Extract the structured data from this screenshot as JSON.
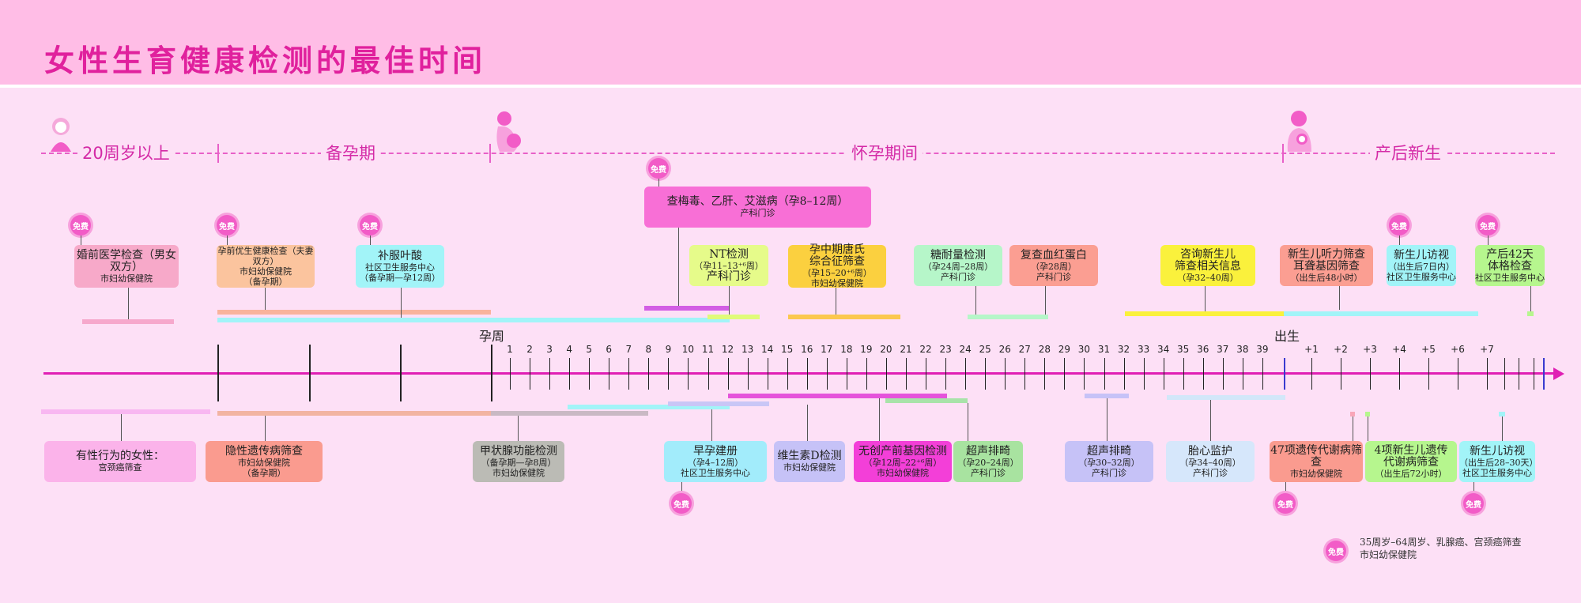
{
  "title": "女性生育健康检测的最佳时间",
  "phases": [
    {
      "label": "20周岁以上"
    },
    {
      "label": "备孕期"
    },
    {
      "label": "怀孕期间"
    },
    {
      "label": "产后新生"
    }
  ],
  "axis": {
    "pregnancy_week_label": "孕周",
    "birth_label": "出生",
    "weeks": [
      "1",
      "2",
      "3",
      "4",
      "5",
      "6",
      "7",
      "8",
      "9",
      "10",
      "11",
      "12",
      "13",
      "14",
      "15",
      "16",
      "17",
      "18",
      "19",
      "20",
      "21",
      "22",
      "23",
      "24",
      "25",
      "26",
      "27",
      "28",
      "29",
      "30",
      "31",
      "32",
      "33",
      "34",
      "35",
      "36",
      "37",
      "38",
      "39"
    ],
    "postnatal": [
      "+1",
      "+2",
      "+3",
      "+4",
      "+5",
      "+6",
      "+7"
    ]
  },
  "free_label": "免费",
  "top_items": [
    {
      "lines": [
        "婚前医学检查（男女双方）",
        "市妇幼保健院"
      ]
    },
    {
      "lines": [
        "孕前优生健康检查（夫妻双方）",
        "市妇幼保健院",
        "（备孕期）"
      ]
    },
    {
      "lines": [
        "补服叶酸",
        "社区卫生服务中心",
        "（备孕期—孕12周）"
      ]
    },
    {
      "lines": [
        "查梅毒、乙肝、艾滋病（孕8–12周）",
        "产科门诊"
      ]
    },
    {
      "lines": [
        "NT检测",
        "（孕11–13⁺⁶周）",
        "产科门诊"
      ]
    },
    {
      "lines": [
        "孕中期唐氏",
        "综合征筛查",
        "（孕15–20⁺⁶周）",
        "市妇幼保健院"
      ]
    },
    {
      "lines": [
        "糖耐量检测",
        "（孕24周–28周）",
        "产科门诊"
      ]
    },
    {
      "lines": [
        "复查血红蛋白",
        "（孕28周）",
        "产科门诊"
      ]
    },
    {
      "lines": [
        "咨询新生儿",
        "筛查相关信息",
        "（孕32–40周）"
      ]
    },
    {
      "lines": [
        "新生儿听力筛查",
        "耳聋基因筛查",
        "（出生后48小时）"
      ]
    },
    {
      "lines": [
        "新生儿访视",
        "（出生后7日内）",
        "社区卫生服务中心"
      ]
    },
    {
      "lines": [
        "产后42天",
        "体格检查",
        "社区卫生服务中心"
      ]
    }
  ],
  "bottom_items": [
    {
      "lines": [
        "有性行为的女性：",
        "宫颈癌筛查"
      ]
    },
    {
      "lines": [
        "隐性遗传病筛查",
        "市妇幼保健院",
        "（备孕期）"
      ]
    },
    {
      "lines": [
        "甲状腺功能检测",
        "（备孕期—孕8周）",
        "市妇幼保健院"
      ]
    },
    {
      "lines": [
        "早孕建册",
        "（孕4–12周）",
        "社区卫生服务中心"
      ]
    },
    {
      "lines": [
        "维生素D检测",
        "市妇幼保健院"
      ]
    },
    {
      "lines": [
        "无创产前基因检测",
        "（孕12周–22⁺⁶周）",
        "市妇幼保健院"
      ]
    },
    {
      "lines": [
        "超声排畸",
        "（孕20–24周）",
        "产科门诊"
      ]
    },
    {
      "lines": [
        "超声排畸",
        "（孕30–32周）",
        "产科门诊"
      ]
    },
    {
      "lines": [
        "胎心监护",
        "（孕34–40周）",
        "产科门诊"
      ]
    },
    {
      "lines": [
        "47项遗传代谢病筛查",
        "市妇幼保健院"
      ]
    },
    {
      "lines": [
        "4项新生儿遗传",
        "代谢病筛查",
        "（出生后72小时）"
      ]
    },
    {
      "lines": [
        "新生儿访视",
        "（出生后28–30天）",
        "社区卫生服务中心"
      ]
    }
  ],
  "note": {
    "lines": [
      "35周岁–64周岁、乳腺癌、宫颈癌筛查",
      "市妇幼保健院"
    ]
  },
  "colors": {
    "axis": "#e01fb4",
    "title": "#e0219d",
    "badge": "#f25cc7"
  },
  "icons": [
    "woman-icon",
    "pregnant-woman-icon",
    "mother-baby-icon"
  ]
}
